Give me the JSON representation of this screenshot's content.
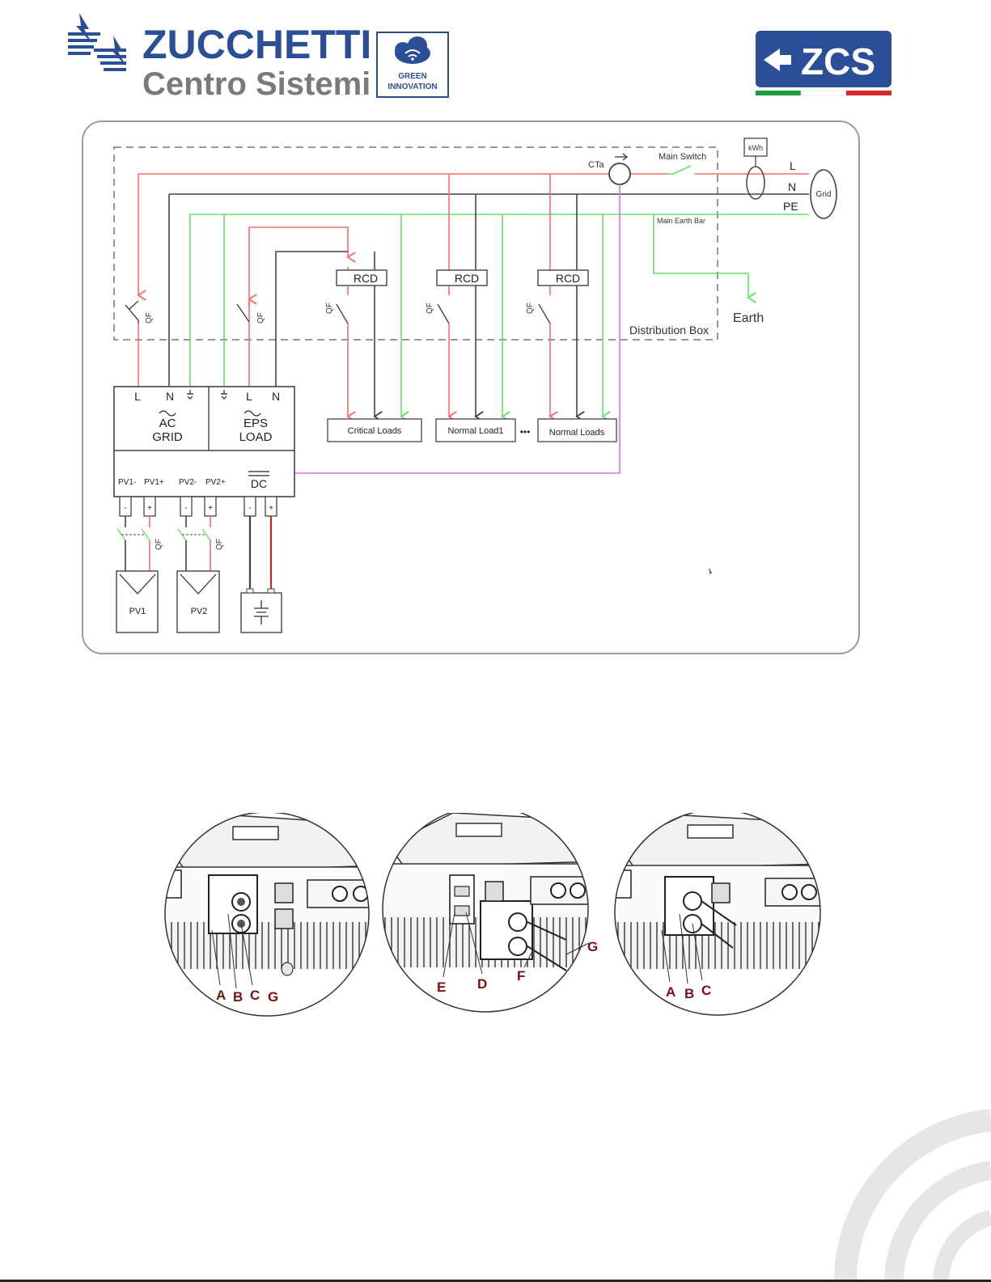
{
  "header": {
    "company_line1": "ZUCCHETTI",
    "company_line2": "Centro Sistemi",
    "badge_line1": "GREEN",
    "badge_line2": "INNOVATION",
    "zcs_logo_text": "ZCS"
  },
  "colors": {
    "brand_blue": "#2b4f97",
    "brand_gray": "#7a7a7a",
    "phase_red": "#ff6b6b",
    "neutral": "#444444",
    "earth_green": "#66e066",
    "ct_magenta": "#e36fe3",
    "italy_green": "#1e9d3d",
    "italy_red": "#d42a2a"
  },
  "diagram": {
    "ct_label": "CTa",
    "main_switch_label": "Main Switch",
    "meter_label": "kWh",
    "line_labels": {
      "l": "L",
      "n": "N",
      "pe": "PE"
    },
    "grid_label": "Grid",
    "main_earth_bar_label": "Main Earth Bar",
    "earth_label": "Earth",
    "distribution_box_label": "Distribution Box",
    "rcd_label": "RCD",
    "breaker_label": "QF",
    "inverter": {
      "ac_terminal_l": "L",
      "ac_terminal_n": "N",
      "eps_terminal_l": "L",
      "eps_terminal_n": "N",
      "ac_line1": "AC",
      "ac_line2": "GRID",
      "eps_line1": "EPS",
      "eps_line2": "LOAD",
      "pv1_minus": "PV1-",
      "pv1_plus": "PV1+",
      "pv2_minus": "PV2-",
      "pv2_plus": "PV2+",
      "dc_label": "DC"
    },
    "loads": [
      "Critical Loads",
      "Normal Load1",
      "Normal Loads"
    ],
    "loads_ellipsis": "•••",
    "pv_panels": [
      "PV1",
      "PV2"
    ],
    "terminal_minus": "-",
    "terminal_plus": "+"
  },
  "photos": {
    "photo1_labels": [
      "A",
      "B",
      "C",
      "G"
    ],
    "photo2_labels": [
      "E",
      "D",
      "F",
      "G"
    ],
    "photo3_labels": [
      "A",
      "B",
      "C"
    ]
  }
}
